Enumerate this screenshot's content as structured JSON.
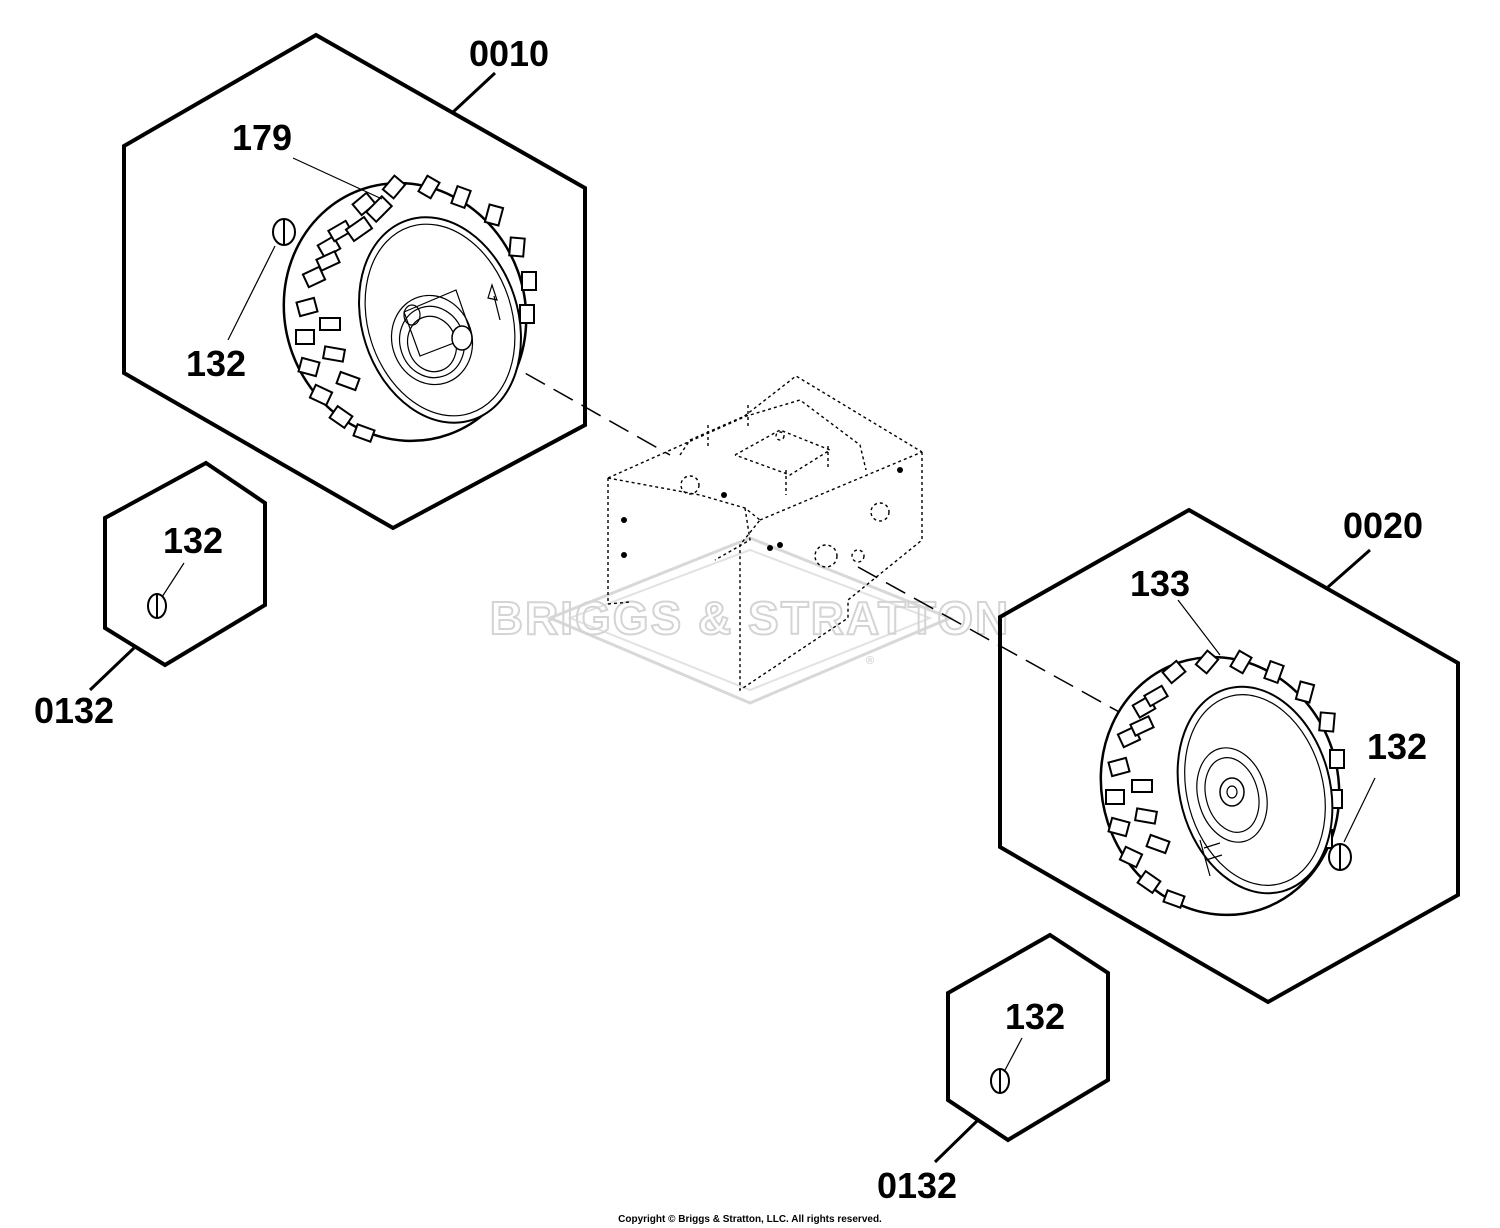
{
  "watermark": {
    "brand": "BRIGGS & STRATTON",
    "registered": "®"
  },
  "assemblies": [
    {
      "id": "0010",
      "part_label": "179",
      "clip_label": "132"
    },
    {
      "id": "0020",
      "part_label": "133",
      "clip_label": "132"
    }
  ],
  "clip_kits": [
    {
      "id": "0132",
      "clip_label": "132"
    },
    {
      "id": "0132",
      "clip_label": "132"
    }
  ],
  "footer": {
    "copyright": "Copyright © Briggs & Stratton, LLC. All rights reserved."
  }
}
